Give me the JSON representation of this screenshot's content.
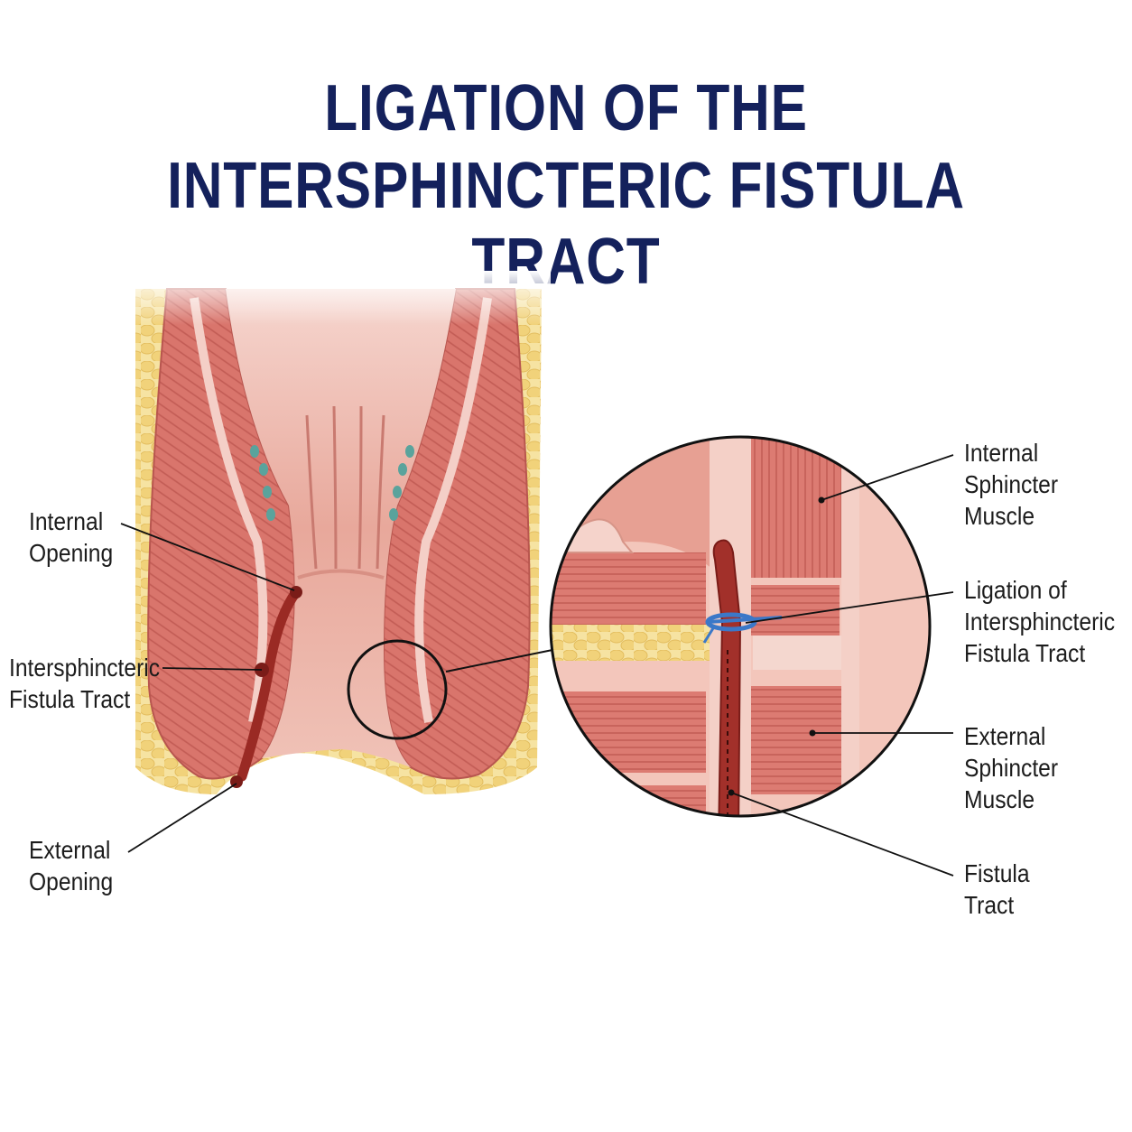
{
  "title": {
    "line1": "LIGATION OF THE",
    "line2": "INTERSPHINCTERIC FISTULA TRACT"
  },
  "labels": {
    "internal_opening": [
      "Internal",
      "Opening"
    ],
    "intersphincteric_fistula_tract": [
      "Intersphincteric",
      "Fistula Tract"
    ],
    "external_opening": [
      "External",
      "Opening"
    ],
    "internal_sphincter_muscle": [
      "Internal",
      "Sphincter",
      "Muscle"
    ],
    "ligation": [
      "Ligation of",
      "Intersphincteric",
      "Fistula Tract"
    ],
    "external_sphincter_muscle": [
      "External",
      "Sphincter",
      "Muscle"
    ],
    "fistula_tract": [
      "Fistula",
      "Tract"
    ]
  },
  "colors": {
    "title": "#14215c",
    "muscle": "#d9756c",
    "fat": "#f3dc8c",
    "lumen": "#ecb0a4",
    "tract": "#9a2a24",
    "ligature": "#3b78c8",
    "label_text": "#1c1c1c"
  }
}
